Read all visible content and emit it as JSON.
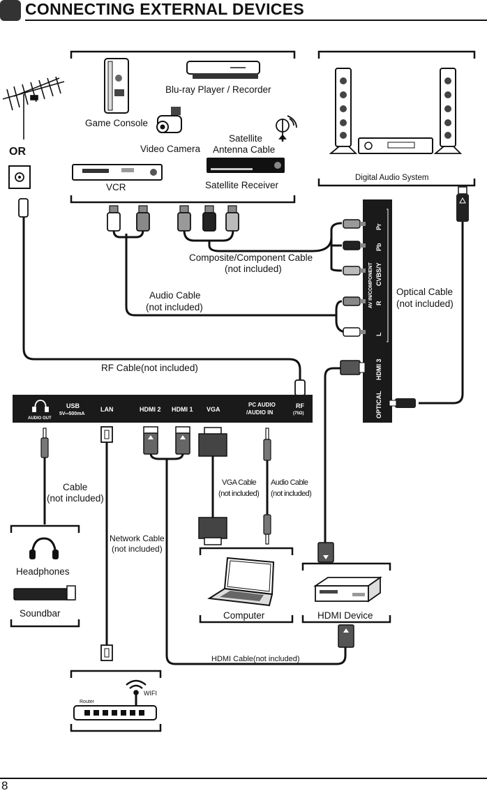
{
  "header": {
    "title": "CONNECTING EXTERNAL DEVICES"
  },
  "footer": {
    "page_number": "8"
  },
  "antenna": {
    "or_label": "OR"
  },
  "devices_top": {
    "game_console": "Game Console",
    "bluray": "Blu-ray Player / Recorder",
    "video_camera": "Video Camera",
    "satellite_cable_line1": "Satellite",
    "satellite_cable_line2": "Antenna Cable",
    "vcr": "VCR",
    "satellite_receiver": "Satellite Receiver",
    "digital_audio": "Digital Audio System"
  },
  "cables": {
    "composite_line1": "Composite/Component Cable",
    "composite_line2": "(not included)",
    "audio_line1": "Audio Cable",
    "audio_line2": "(not included)",
    "optical_line1": "Optical Cable",
    "optical_line2": "(not included)",
    "rf": "RF Cable(not included)",
    "cable_line1": "Cable",
    "cable_line2": "(not included)",
    "network_line1": "Network Cable",
    "network_line2": "(not included)",
    "vga_line1": "VGA Cable",
    "vga_line2": "(not included)",
    "pc_audio_line1": "Audio  Cable",
    "pc_audio_line2": "(not included)",
    "hdmi": "HDMI Cable(not included)"
  },
  "side_panel": {
    "pr": "Pr",
    "pb": "Pb",
    "cvbs": "CVBS/Y",
    "av_in": "AV IN/COMPONENT",
    "r": "R",
    "l": "L",
    "hdmi3": "HDMI 3",
    "optical": "OPTICAL"
  },
  "bottom_panel": {
    "audio_out": "AUDIO OUT",
    "usb": "USB",
    "usb_rating": "5V═500mA",
    "lan": "LAN",
    "hdmi2": "HDMI 2",
    "hdmi1": "HDMI 1",
    "vga": "VGA",
    "pc_audio_line1": "PC AUDIO",
    "pc_audio_line2": "/AUDIO IN",
    "rf": "RF",
    "rf_ohm": "(75Ω)"
  },
  "devices_bottom": {
    "headphones": "Headphones",
    "soundbar": "Soundbar",
    "computer": "Computer",
    "hdmi_device": "HDMI Device",
    "router": "Router",
    "wifi": "WIFI"
  },
  "colors": {
    "ink": "#111111",
    "panel": "#1a1a1a",
    "connector_grey": "#8a8a8a"
  }
}
